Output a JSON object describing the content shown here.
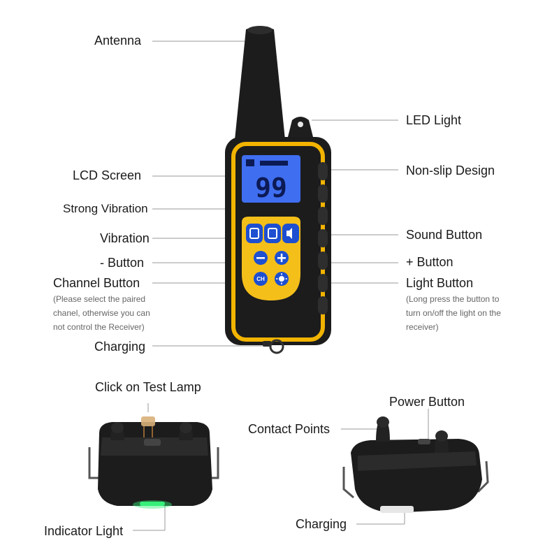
{
  "remote": {
    "lcd_value": "99",
    "channel_key": "CH"
  },
  "labels": {
    "antenna": "Antenna",
    "led_light": "LED Light",
    "lcd_screen": "LCD Screen",
    "non_slip": "Non-slip Design",
    "strong_vibration": "Strong Vibration",
    "vibration": "Vibration",
    "sound_button": "Sound Button",
    "minus_button": "- Button",
    "plus_button": "+ Button",
    "channel_button": "Channel Button",
    "light_button": "Light Button",
    "charging": "Charging",
    "test_lamp": "Click on Test Lamp",
    "indicator_light": "Indicator Light",
    "power_button": "Power Button",
    "contact_points": "Contact Points",
    "receiver_charging": "Charging"
  },
  "notes": {
    "channel": [
      "(Please select the paired",
      "chanel, otherwise you can",
      "not control the Receiver)"
    ],
    "light": [
      "(Long press the button to",
      "turn on/off the light on the",
      "receiver)"
    ]
  },
  "colors": {
    "body": "#1c1c1c",
    "frame": "#f2b400",
    "keypad": "#f5bf1a",
    "lcd": "#3f6ef0",
    "buttons": "#1d4fd0",
    "indicator": "#36f07a"
  }
}
